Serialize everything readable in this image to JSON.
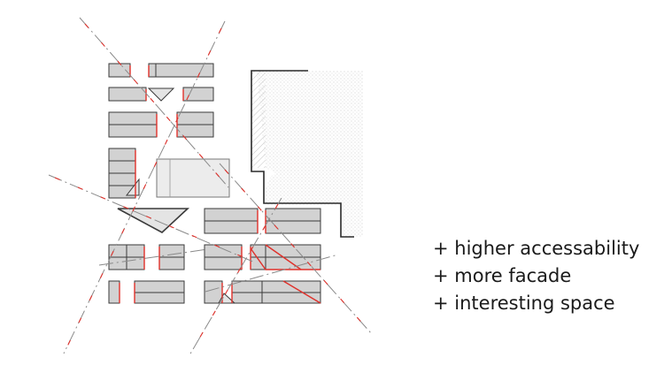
{
  "notes": [
    "+ higher accessability",
    "+ more facade",
    "+ interesting space"
  ],
  "colors": {
    "block_fill": "#d2d2d2",
    "block_stroke": "#3a3a3a",
    "facade": "#e0302a",
    "axis": "#8a8a8a",
    "hatch": "#c8c8c8",
    "park_edge": "#2a2a2a"
  }
}
